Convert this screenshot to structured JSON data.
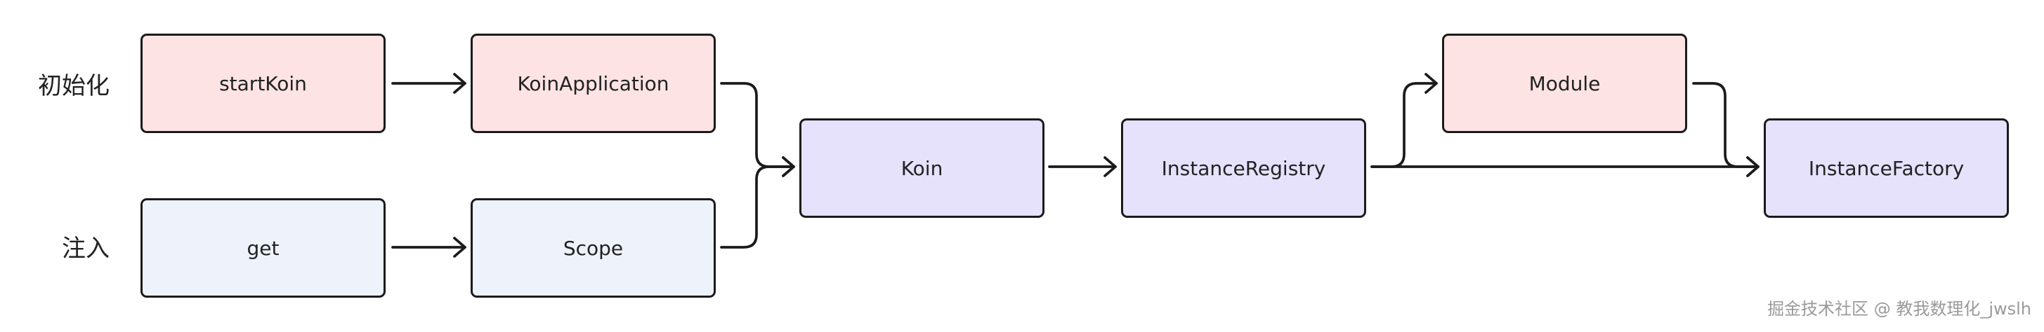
{
  "row_labels": {
    "init": "初始化",
    "inject": "注入"
  },
  "nodes": {
    "start_koin": {
      "label": "startKoin"
    },
    "koin_application": {
      "label": "KoinApplication"
    },
    "get": {
      "label": "get"
    },
    "scope": {
      "label": "Scope"
    },
    "koin": {
      "label": "Koin"
    },
    "instance_registry": {
      "label": "InstanceRegistry"
    },
    "module": {
      "label": "Module"
    },
    "instance_factory": {
      "label": "InstanceFactory"
    }
  },
  "watermark": "掘金技术社区 @ 教我数理化_jwslh",
  "colors": {
    "init_fill": "#fde3e3",
    "inject_fill": "#eef2fb",
    "core_fill": "#e6e2fb",
    "border": "#1b1b1b",
    "edge": "#1b1b1b",
    "watermark": "#9a9a9a"
  }
}
